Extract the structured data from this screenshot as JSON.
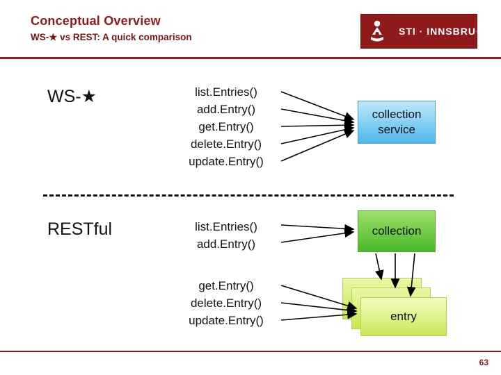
{
  "header": {
    "title": "Conceptual Overview",
    "subtitle": "WS-★ vs REST: A quick comparison",
    "logo": {
      "icon": "sti-innsbruck-logo-icon",
      "text": "STI · INNSBRUCK",
      "color": "#8f1a1a"
    }
  },
  "diagram": {
    "rows": [
      {
        "label": "WS-★",
        "operations": [
          "list.Entries()",
          "add.Entry()",
          "get.Entry()",
          "delete.Entry()",
          "update.Entry()"
        ],
        "target": "collection\nservice",
        "target_line1": "collection",
        "target_line2": "service",
        "target_color": "#4fb8ee"
      },
      {
        "label": "RESTful",
        "operations_top": [
          "list.Entries()",
          "add.Entry()"
        ],
        "operations_bottom": [
          "get.Entry()",
          "delete.Entry()",
          "update.Entry()"
        ],
        "target_top": "collection",
        "target_bottom": "entry",
        "target_top_color": "#49b82a",
        "target_bottom_color": "#c9e95a"
      }
    ],
    "divider": "dashed-separator"
  },
  "footer": {
    "page_number": "63",
    "rule_color": "#8f1a1a"
  }
}
